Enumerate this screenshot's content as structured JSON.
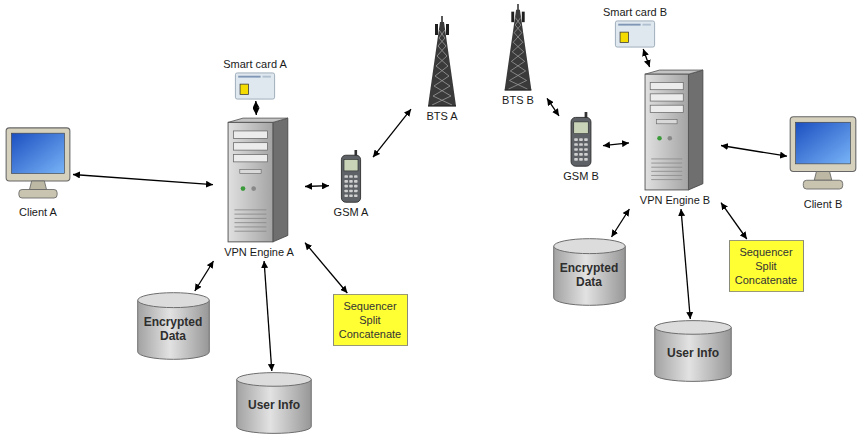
{
  "diagram": {
    "nodes": [
      {
        "text": [
          "Smart card A"
        ]
      },
      {
        "text": [
          "BTS A"
        ]
      },
      {
        "text": [
          "Client A"
        ]
      },
      {
        "text": [
          "VPN Engine A"
        ]
      },
      {
        "text": [
          "GSM A"
        ]
      },
      {
        "text": [
          "Encrypted Data"
        ]
      },
      {
        "text": [
          "Sequencer Split Concatenate"
        ]
      },
      {
        "text": [
          "User Info"
        ]
      },
      {
        "text": [
          "BTS B"
        ]
      },
      {
        "text": [
          "Smart card B"
        ]
      },
      {
        "text": [
          "GSM B"
        ]
      },
      {
        "text": [
          "VPN Engine B"
        ]
      },
      {
        "text": [
          "Client B"
        ]
      },
      {
        "text": [
          "Encrypted Data"
        ]
      },
      {
        "text": [
          "Sequencer Split Concatenate"
        ]
      },
      {
        "text": [
          "User Info"
        ]
      }
    ],
    "edges": [
      {
        "from": 0,
        "to": 3,
        "arrow": "both"
      },
      {
        "from": 2,
        "to": 3,
        "arrow": "both"
      },
      {
        "from": 3,
        "to": 4,
        "arrow": "both"
      },
      {
        "from": 4,
        "to": 1,
        "arrow": "both"
      },
      {
        "from": 3,
        "to": 5,
        "arrow": "both"
      },
      {
        "from": 3,
        "to": 7,
        "arrow": "both"
      },
      {
        "from": 3,
        "to": 6,
        "arrow": "both"
      },
      {
        "from": 9,
        "to": 11,
        "arrow": "both"
      },
      {
        "from": 12,
        "to": 11,
        "arrow": "both"
      },
      {
        "from": 11,
        "to": 10,
        "arrow": "both"
      },
      {
        "from": 10,
        "to": 8,
        "arrow": "both"
      },
      {
        "from": 11,
        "to": 13,
        "arrow": "both"
      },
      {
        "from": 11,
        "to": 15,
        "arrow": "both"
      },
      {
        "from": 11,
        "to": 14,
        "arrow": "both"
      }
    ]
  }
}
